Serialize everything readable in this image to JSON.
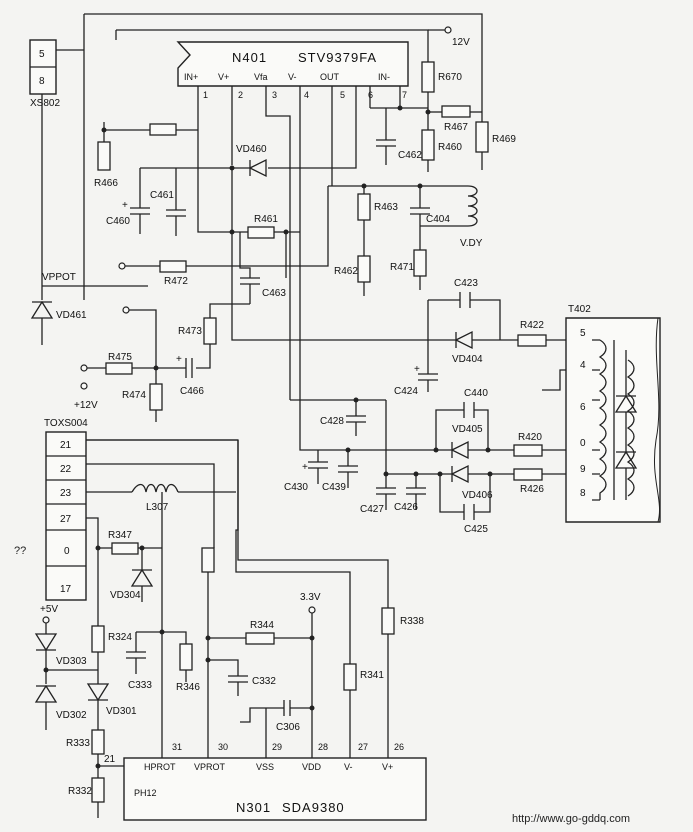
{
  "ic_top": {
    "ref": "N401",
    "part": "STV9379FA",
    "pins": [
      {
        "name": "IN+",
        "num": "1"
      },
      {
        "name": "V+",
        "num": "2"
      },
      {
        "name": "Vfa",
        "num": "3"
      },
      {
        "name": "V-",
        "num": "4"
      },
      {
        "name": "OUT",
        "num": "5"
      },
      {
        "name": "IN-",
        "num": "6"
      },
      {
        "name": "",
        "num": "7"
      }
    ]
  },
  "ic_bottom": {
    "ref": "N301",
    "part": "SDA9380",
    "side_label": "PH12",
    "pins": [
      {
        "name": "HPROT",
        "num": "31"
      },
      {
        "name": "VPROT",
        "num": "30"
      },
      {
        "name": "VSS",
        "num": "29"
      },
      {
        "name": "VDD",
        "num": "28"
      },
      {
        "name": "V-",
        "num": "27"
      },
      {
        "name": "V+",
        "num": "26"
      }
    ]
  },
  "connector_xs802": {
    "ref": "XS802",
    "pins": [
      "5",
      "8"
    ]
  },
  "connector_toxs004": {
    "ref": "TOXS004",
    "pins": [
      "21",
      "22",
      "23",
      "27",
      "0",
      "17"
    ]
  },
  "transformer": {
    "ref": "T402",
    "pins": [
      "5",
      "4",
      "6",
      "0",
      "9",
      "8"
    ]
  },
  "supplies": {
    "v12_top": "12V",
    "v12_left": "+12V",
    "v5": "+5V",
    "v33": "3.3V"
  },
  "net_labels": {
    "vppot": "VPPOT",
    "vdy": "V.DY",
    "unknown": "??"
  },
  "resistors": {
    "r466": "R466",
    "r467": "R467",
    "r469": "R469",
    "r460": "R460",
    "r670": "R670",
    "r461": "R461",
    "r463": "R463",
    "r462": "R462",
    "r471": "R471",
    "r472": "R472",
    "r473": "R473",
    "r475": "R475",
    "r474": "R474",
    "r422": "R422",
    "r420": "R420",
    "r426": "R426",
    "r347": "R347",
    "r324": "R324",
    "r346": "R346",
    "r344": "R344",
    "r338": "R338",
    "r341": "R341",
    "r333": "R333",
    "r332": "R332"
  },
  "capacitors": {
    "c462": "C462",
    "c460": "C460",
    "c461": "C461",
    "c404": "C404",
    "c463": "C463",
    "c466": "C466",
    "c423": "C423",
    "c424": "C424",
    "c428": "C428",
    "c440": "C440",
    "c430": "C430",
    "c439": "C439",
    "c427": "C427",
    "c426": "C426",
    "c425": "C425",
    "c333": "C333",
    "c332": "C332",
    "c306": "C306"
  },
  "diodes": {
    "vd460": "VD460",
    "vd461": "VD461",
    "vd404": "VD404",
    "vd405": "VD405",
    "vd406": "VD406",
    "vd304": "VD304",
    "vd303": "VD303",
    "vd302": "VD302",
    "vd301": "VD301"
  },
  "inductors": {
    "l307": "L307"
  },
  "extra_pin": {
    "p21": "21"
  },
  "watermark": "http://www.go-gddq.com"
}
